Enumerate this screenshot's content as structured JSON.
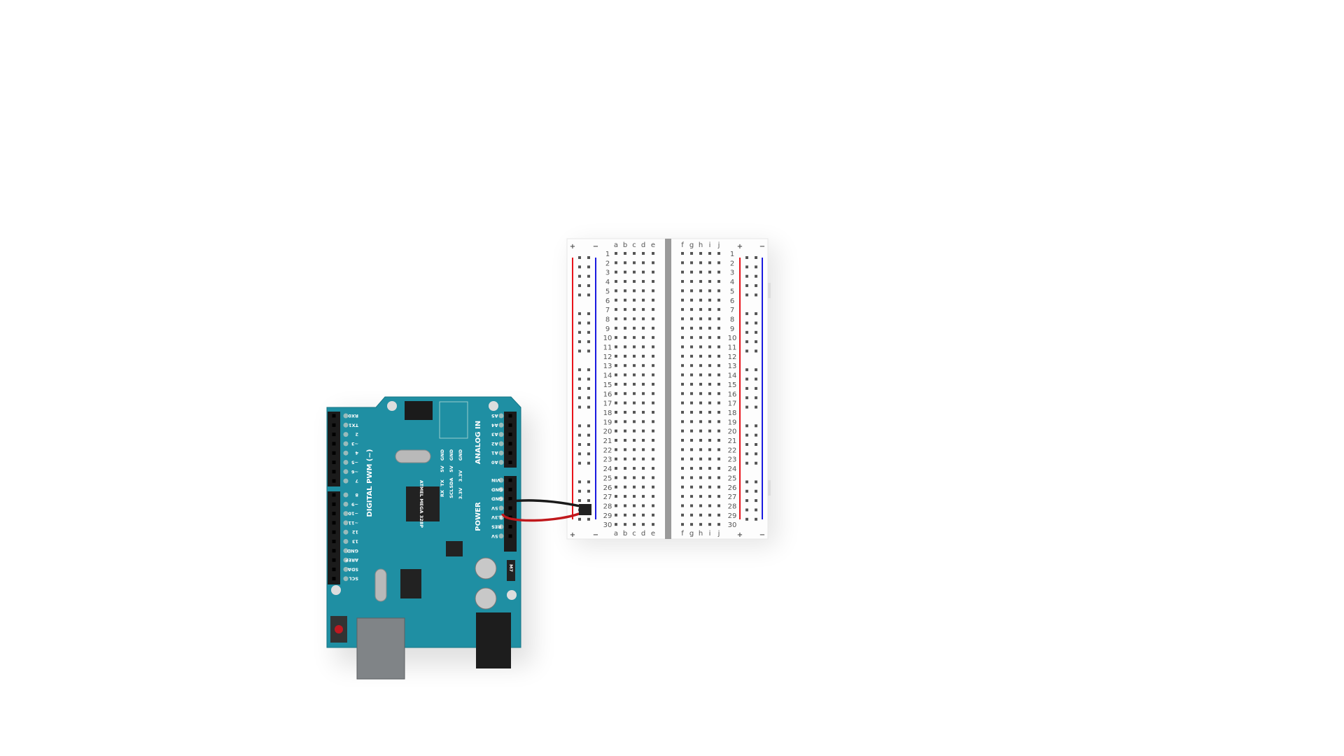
{
  "colors": {
    "board": "#1f8fa3",
    "breadboard": "#ffffff",
    "rail_plus": "#e8141b",
    "rail_minus": "#1a1ae0",
    "wire_red": "#c0181c",
    "wire_black": "#1a1a1a"
  },
  "breadboard": {
    "plus": "+",
    "minus": "−",
    "left_columns": [
      "a",
      "b",
      "c",
      "d",
      "e"
    ],
    "right_columns": [
      "f",
      "g",
      "h",
      "i",
      "j"
    ],
    "rows": [
      "1",
      "2",
      "3",
      "4",
      "5",
      "6",
      "7",
      "8",
      "9",
      "10",
      "11",
      "12",
      "13",
      "14",
      "15",
      "16",
      "17",
      "18",
      "19",
      "20",
      "21",
      "22",
      "23",
      "24",
      "25",
      "26",
      "27",
      "28",
      "29",
      "30"
    ]
  },
  "arduino": {
    "digital_pins": [
      "RX0",
      "TX1",
      "2",
      "~3",
      "4",
      "~5",
      "~6",
      "7",
      "8",
      "~9",
      "~10",
      "~11",
      "12",
      "13",
      "GND",
      "AREF",
      "SDA",
      "SCL"
    ],
    "digital_label": "DIGITAL PWM (~)",
    "analog_pins": [
      "A5",
      "A4",
      "A3",
      "A2",
      "A1",
      "A0"
    ],
    "analog_label": "ANALOG IN",
    "power_pins": [
      "VIN",
      "GND",
      "GND",
      "5V",
      "3.3V",
      "RES",
      "5V"
    ],
    "power_label": "POWER",
    "icsp_labels": [
      "GND",
      "GND",
      "GND",
      "5V",
      "5V",
      "3.3V",
      "TX",
      "SDA",
      "3.3V",
      "RX",
      "SCL"
    ],
    "chip_label": "ATMEL MEGA 328P",
    "regulator_label": "M7"
  }
}
